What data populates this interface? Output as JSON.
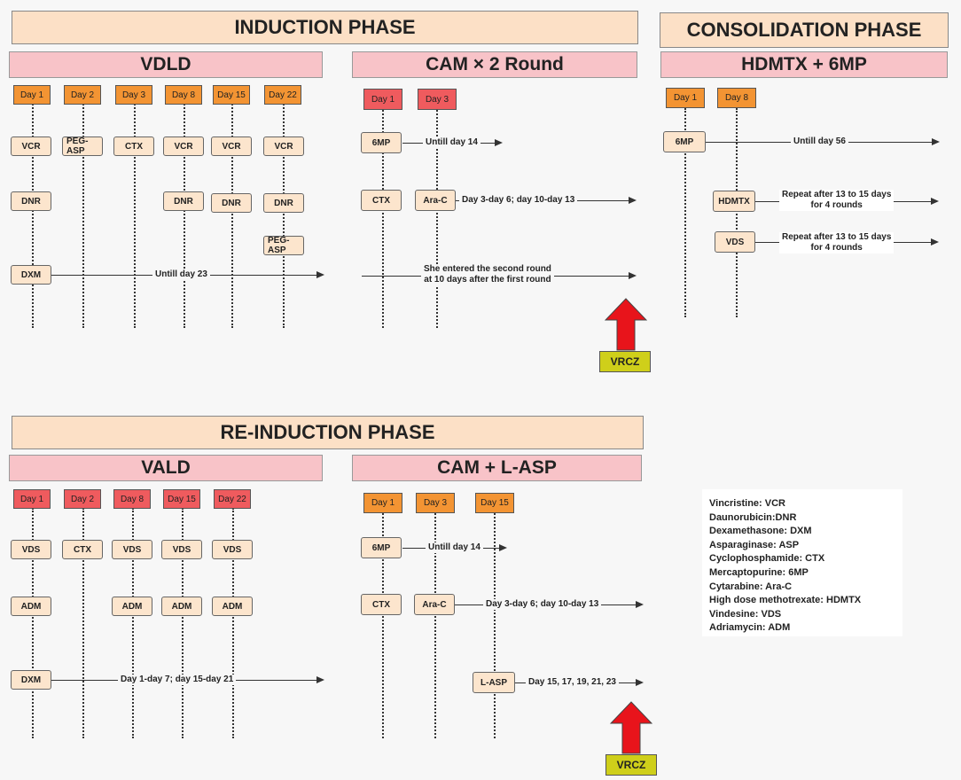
{
  "phases": {
    "induction": "INDUCTION PHASE",
    "consolidation": "CONSOLIDATION PHASE",
    "reinduction": "RE-INDUCTION PHASE"
  },
  "regimens": {
    "vdld": {
      "title": "VDLD",
      "days": [
        "Day 1",
        "Day 2",
        "Day 3",
        "Day 8",
        "Day 15",
        "Day 22"
      ],
      "drugs": {
        "vcr": "VCR",
        "peg_asp": "PEG-ASP",
        "ctx": "CTX",
        "dnr": "DNR",
        "dxm": "DXM"
      },
      "note": "Untill day 23"
    },
    "cam2": {
      "title": "CAM × 2 Round",
      "days": [
        "Day 1",
        "Day 3"
      ],
      "drugs": {
        "mp6": "6MP",
        "ctx": "CTX",
        "arac": "Ara-C"
      },
      "notes": {
        "mp6": "Untill day 14",
        "arac": "Day 3-day 6; day 10-day 13",
        "round": [
          "She entered the second round",
          "at 10 days after the first round"
        ]
      },
      "badge": "VRCZ"
    },
    "hdmtx": {
      "title": "HDMTX + 6MP",
      "days": [
        "Day 1",
        "Day 8"
      ],
      "drugs": {
        "mp6": "6MP",
        "hdmtx": "HDMTX",
        "vds": "VDS"
      },
      "notes": {
        "mp6": "Untill day 56",
        "hdmtx": [
          "Repeat after 13 to 15 days",
          "for 4 rounds"
        ],
        "vds": [
          "Repeat after 13 to 15 days",
          "for 4 rounds"
        ]
      }
    },
    "vald": {
      "title": "VALD",
      "days": [
        "Day 1",
        "Day 2",
        "Day 8",
        "Day 15",
        "Day 22"
      ],
      "drugs": {
        "vds": "VDS",
        "ctx": "CTX",
        "adm": "ADM",
        "dxm": "DXM"
      },
      "note": "Day 1-day 7; day 15-day 21"
    },
    "camlasp": {
      "title": "CAM + L-ASP",
      "days": [
        "Day 1",
        "Day 3",
        "Day 15"
      ],
      "drugs": {
        "mp6": "6MP",
        "ctx": "CTX",
        "arac": "Ara-C",
        "lasp": "L-ASP"
      },
      "notes": {
        "mp6": "Untill day 14",
        "arac": "Day 3-day 6; day 10-day 13",
        "lasp": "Day 15, 17, 19, 21, 23"
      },
      "badge": "VRCZ"
    }
  },
  "legend": [
    "Vincristine: VCR",
    "Daunorubicin:DNR",
    "Dexamethasone: DXM",
    "Asparaginase: ASP",
    "Cyclophosphamide: CTX",
    "Mercaptopurine: 6MP",
    "Cytarabine: Ara-C",
    "High dose methotrexate: HDMTX",
    "Vindesine: VDS",
    "Adriamycin: ADM"
  ],
  "colors": {
    "phase": "#fce0c6",
    "regimen": "#f8c3c8",
    "day_orange": "#f39433",
    "day_red": "#ef5b5e",
    "drug": "#fce5cd",
    "vrcz": "#cfcf1a",
    "arrow_red": "#e8141b"
  }
}
